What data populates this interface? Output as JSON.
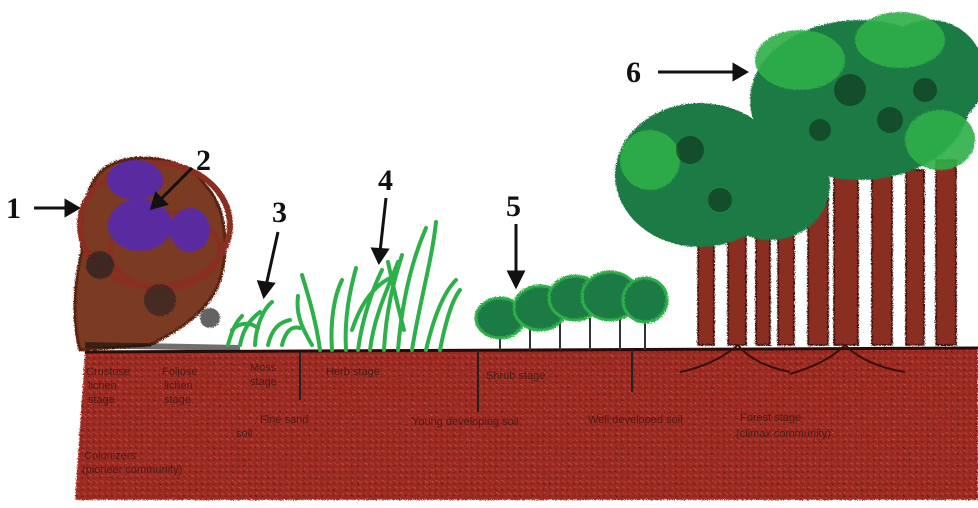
{
  "stage_numbers": [
    "1",
    "2",
    "3",
    "4",
    "5",
    "6"
  ],
  "soil_labels": {
    "crustose": "Crustose",
    "lichen_1": "lichen",
    "stage_1": "stage",
    "foliose": "Foliose",
    "lichen_2": "lichen",
    "stage_2": "stage",
    "moss": "Moss",
    "moss_stage": "stage",
    "herb_stage": "Herb stage",
    "shrub_stage": "Shrub stage",
    "soil_1": "soil",
    "fine_sand": "Fine sand",
    "young_soil": "Young developing soil",
    "well_soil": "Well developed soil",
    "forest_stage": "Forest stage",
    "colonizers": "Colonizers",
    "pioneer_community": "(pioneer community)",
    "climax_community": "(climax community)"
  },
  "colors": {
    "soil": "#8b1f1a",
    "trunk": "#8a2f22",
    "foliage_green": "#1f8a4a",
    "grass_green": "#2db04a",
    "lichen_purple": "#5a2aa0",
    "rock": "#7a3a22"
  }
}
